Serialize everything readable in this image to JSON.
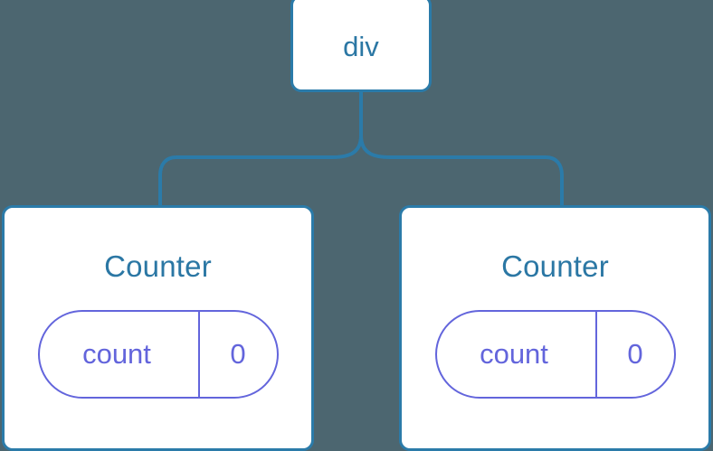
{
  "canvas": {
    "background_color": "#4c6670",
    "node_border_color": "#2b7ba9",
    "node_text_color": "#2b77a4",
    "state_color": "#6365dc",
    "connector_color": "#2b7ba9"
  },
  "tree": {
    "root": {
      "label": "div"
    },
    "children": [
      {
        "label": "Counter",
        "state": {
          "key": "count",
          "value": "0"
        }
      },
      {
        "label": "Counter",
        "state": {
          "key": "count",
          "value": "0"
        }
      }
    ]
  }
}
